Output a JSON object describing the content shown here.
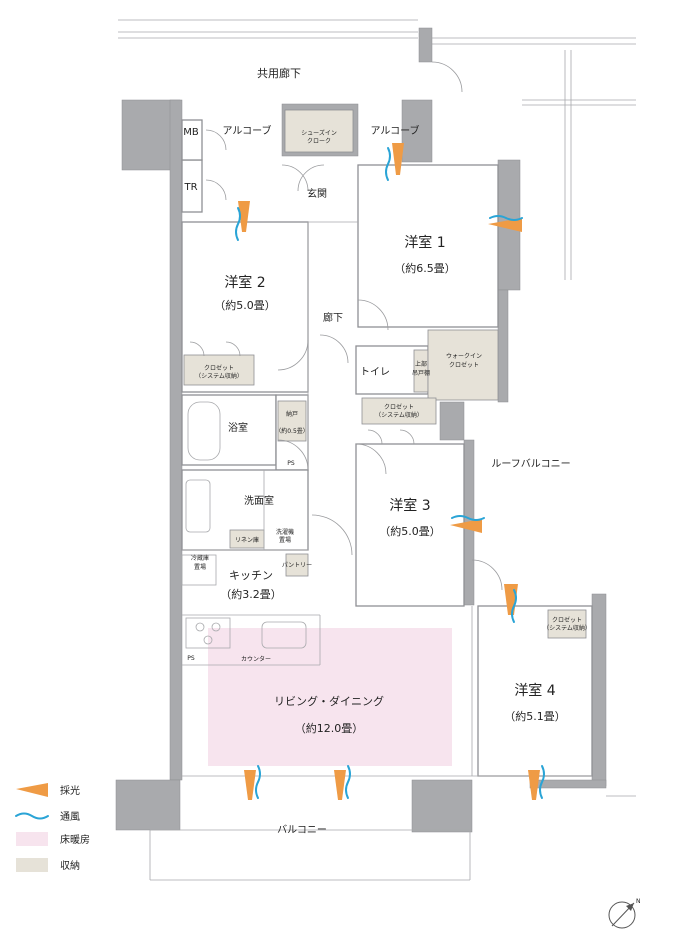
{
  "plan": {
    "corridor": "共用廊下",
    "alcove_left": "アルコーブ",
    "alcove_right": "アルコーブ",
    "mb": "MB",
    "tr": "TR",
    "shoes_closet": [
      "シューズイン",
      "クローク"
    ],
    "entrance": "玄関",
    "hallway": "廊下",
    "toilet": "トイレ",
    "upper_shelf": [
      "上部",
      "吊戸棚"
    ],
    "walkin_closet": [
      "ウォークイン",
      "クロゼット"
    ],
    "bath": "浴室",
    "storage": "納戸",
    "storage_size": "（約0.5畳）",
    "ps_upper": "PS",
    "ps_lower": "PS",
    "washroom": "洗面室",
    "linen": "リネン庫",
    "washer": [
      "洗濯機",
      "置場"
    ],
    "fridge": [
      "冷蔵庫",
      "置場"
    ],
    "pantry": "パントリー",
    "kitchen": "キッチン",
    "kitchen_size": "（約3.2畳）",
    "counter": "カウンター",
    "living": "リビング・ダイニング",
    "living_size": "（約12.0畳）",
    "balcony": "バルコニー",
    "roof_balcony": "ルーフバルコニー",
    "room1": "洋室 1",
    "room1_size": "（約6.5畳）",
    "room2": "洋室 2",
    "room2_size": "（約5.0畳）",
    "room3": "洋室 3",
    "room3_size": "（約5.0畳）",
    "room4": "洋室 4",
    "room4_size": "（約5.1畳）",
    "closet": "クロゼット",
    "system_storage": "（システム収納）",
    "closet4": [
      "クロゼット",
      "（システム収納）"
    ]
  },
  "legend": {
    "sunlight": "採光",
    "ventilation": "通風",
    "floor_heating": "床暖房",
    "storage": "収納"
  },
  "colors": {
    "sunlight": "#ef9b45",
    "ventilation": "#2aa4d6",
    "floor_heating": "#f7e4ee",
    "storage": "#e6e2d8",
    "wall": "#a9aaad"
  },
  "compass": "N"
}
